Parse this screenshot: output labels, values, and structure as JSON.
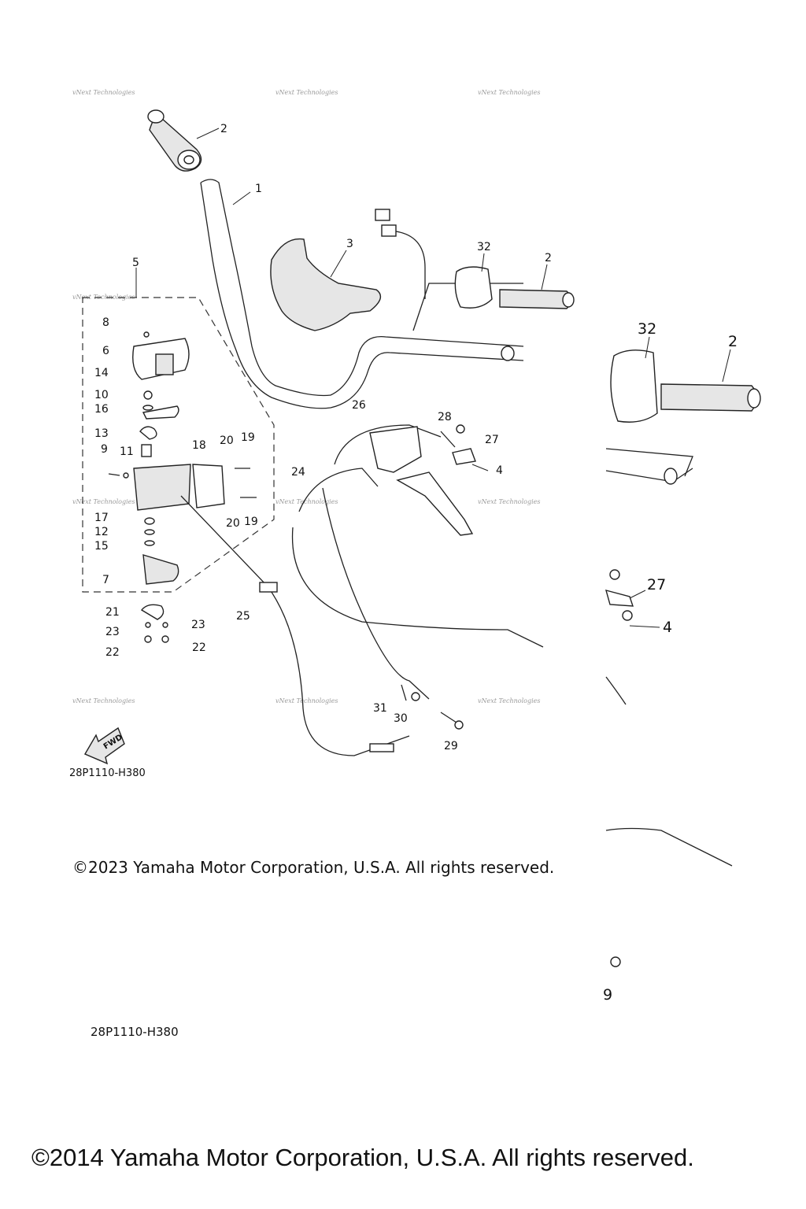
{
  "diagram": {
    "callouts": [
      "1",
      "2",
      "3",
      "4",
      "5",
      "6",
      "7",
      "8",
      "9",
      "10",
      "11",
      "12",
      "13",
      "14",
      "15",
      "16",
      "17",
      "18",
      "19",
      "20",
      "21",
      "22",
      "23",
      "24",
      "25",
      "26",
      "27",
      "28",
      "29",
      "30",
      "31",
      "32"
    ],
    "zoom_callouts": [
      "32",
      "2",
      "27",
      "4",
      "9"
    ],
    "watermark": "vNext Technologies",
    "fwd_label": "FWD",
    "drawing_code_1": "28P1110-H380",
    "drawing_code_2": "28P1110-H380",
    "copyright_1": "©2023 Yamaha Motor Corporation, U.S.A. All rights reserved.",
    "copyright_2": "©2014 Yamaha Motor Corporation, U.S.A. All rights reserved."
  },
  "colors": {
    "ink": "#111111",
    "watermark": "#9a9a9a",
    "background": "#ffffff"
  }
}
